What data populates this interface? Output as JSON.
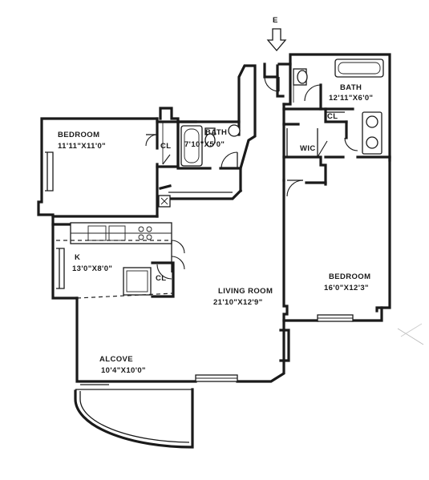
{
  "entry": {
    "label": "E"
  },
  "rooms": {
    "bedroom_left": {
      "name": "BEDROOM",
      "dims": "11'11\"X11'0\""
    },
    "bath_center": {
      "name": "BATH",
      "dims": "7'10\"X5'0\""
    },
    "bath_right": {
      "name": "BATH",
      "dims": "12'11\"X6'0\""
    },
    "closet_left": {
      "name": "CL"
    },
    "closet_right": {
      "name": "CL"
    },
    "closet_kitchen": {
      "name": "CL"
    },
    "wic": {
      "name": "WIC"
    },
    "kitchen": {
      "name": "K",
      "dims": "13'0\"X8'0\""
    },
    "living": {
      "name": "LIVING ROOM",
      "dims": "21'10\"X12'9\""
    },
    "bedroom_right": {
      "name": "BEDROOM",
      "dims": "16'0\"X12'3\""
    },
    "alcove": {
      "name": "ALCOVE",
      "dims": "10'4\"X10'0\""
    }
  }
}
